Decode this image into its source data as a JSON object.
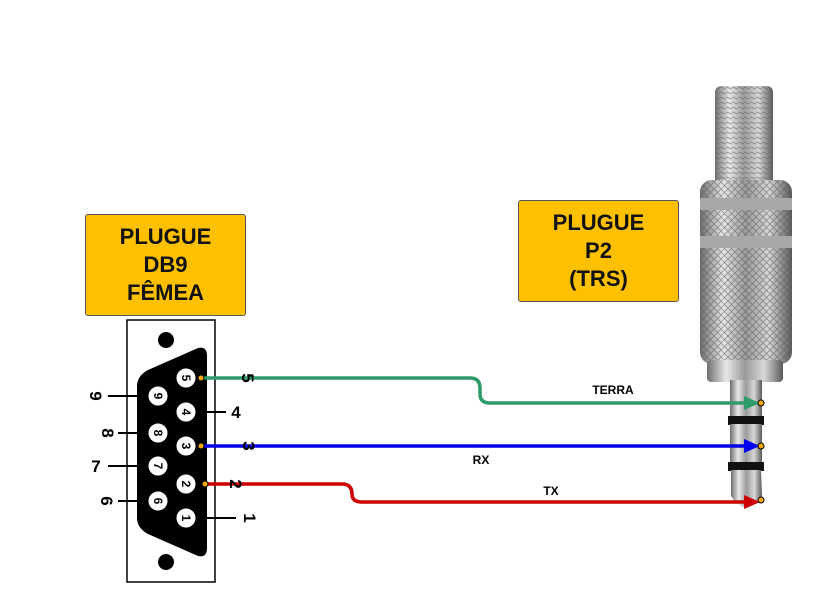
{
  "db9_label": {
    "line1": "PLUGUE",
    "line2": "DB9",
    "line3": "FÊMEA"
  },
  "p2_label": {
    "line1": "PLUGUE",
    "line2": "P2",
    "line3": "(TRS)"
  },
  "pins": {
    "inner": [
      "1",
      "2",
      "3",
      "4",
      "5",
      "6",
      "7",
      "8",
      "9"
    ],
    "outer": [
      "1",
      "2",
      "3",
      "4",
      "5",
      "6",
      "7",
      "8",
      "9"
    ]
  },
  "wires": {
    "terra": "TERRA",
    "rx": "RX",
    "tx": "TX"
  },
  "colors": {
    "label_bg": "#ffc000",
    "terra": "#2e9b6a",
    "rx": "#0000ee",
    "tx": "#cc0000",
    "pin_dot": "#f5a800"
  }
}
